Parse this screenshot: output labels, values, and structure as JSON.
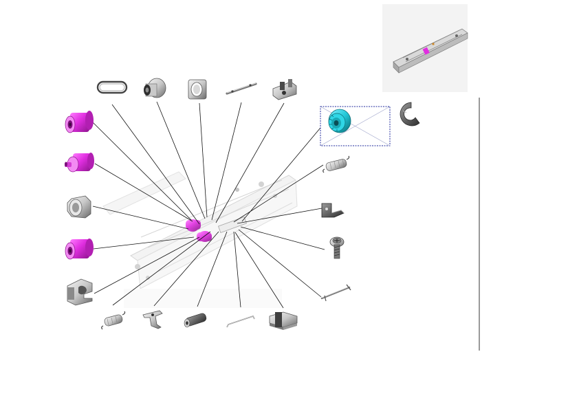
{
  "page": {
    "title": "",
    "callout_labels": []
  },
  "colors": {
    "highlight_magenta": "#e02ee0",
    "highlight_magenta_dark": "#9a1a9a",
    "highlight_cyan": "#22c8d8",
    "highlight_cyan_dark": "#0e7f8a",
    "part_gray_light": "#e4e4e4",
    "part_gray_mid": "#b8b8b8",
    "part_gray_dark": "#5a5a5a",
    "leader_line": "#111111",
    "inset_frame_border": "#1f2a9c",
    "divider_line": "#333333"
  },
  "parts": [
    {
      "id": "flat-belt",
      "icon": "belt-loop-icon",
      "highlighted": false
    },
    {
      "id": "bushing-stepped",
      "icon": "bushing-icon",
      "highlighted": false
    },
    {
      "id": "bushing-flanged",
      "icon": "flanged-bushing-icon",
      "highlighted": false
    },
    {
      "id": "shaft-pin",
      "icon": "shaft-icon",
      "highlighted": false
    },
    {
      "id": "mounting-bracket-top",
      "icon": "bracket-icon",
      "highlighted": false
    },
    {
      "id": "roller-1",
      "icon": "roller-icon",
      "highlighted": true
    },
    {
      "id": "roller-2",
      "icon": "roller-icon",
      "highlighted": true
    },
    {
      "id": "hub-bushing",
      "icon": "hub-icon",
      "highlighted": false
    },
    {
      "id": "roller-3",
      "icon": "roller-icon",
      "highlighted": true
    },
    {
      "id": "clip-bracket-left",
      "icon": "clip-bracket-icon",
      "highlighted": false
    },
    {
      "id": "spring-bottom",
      "icon": "spring-icon",
      "highlighted": false
    },
    {
      "id": "lever-arm",
      "icon": "lever-icon",
      "highlighted": false
    },
    {
      "id": "roller-gray",
      "icon": "roller-icon",
      "highlighted": false
    },
    {
      "id": "wire-link",
      "icon": "wire-link-icon",
      "highlighted": false
    },
    {
      "id": "block-guide",
      "icon": "guide-block-icon",
      "highlighted": false
    },
    {
      "id": "gear-pulley",
      "icon": "pulley-icon",
      "highlighted": true
    },
    {
      "id": "e-ring",
      "icon": "e-ring-icon",
      "highlighted": false
    },
    {
      "id": "spring-right",
      "icon": "spring-icon",
      "highlighted": false
    },
    {
      "id": "bracket-right",
      "icon": "angle-bracket-icon",
      "highlighted": false
    },
    {
      "id": "screw",
      "icon": "screw-icon",
      "highlighted": false
    },
    {
      "id": "rod-right",
      "icon": "rod-icon",
      "highlighted": false
    }
  ],
  "assembly": {
    "icon": "feeder-assembly-icon"
  },
  "thumbnail": {
    "icon": "assembly-thumbnail-icon",
    "highlight_color": "#e02ee0"
  }
}
